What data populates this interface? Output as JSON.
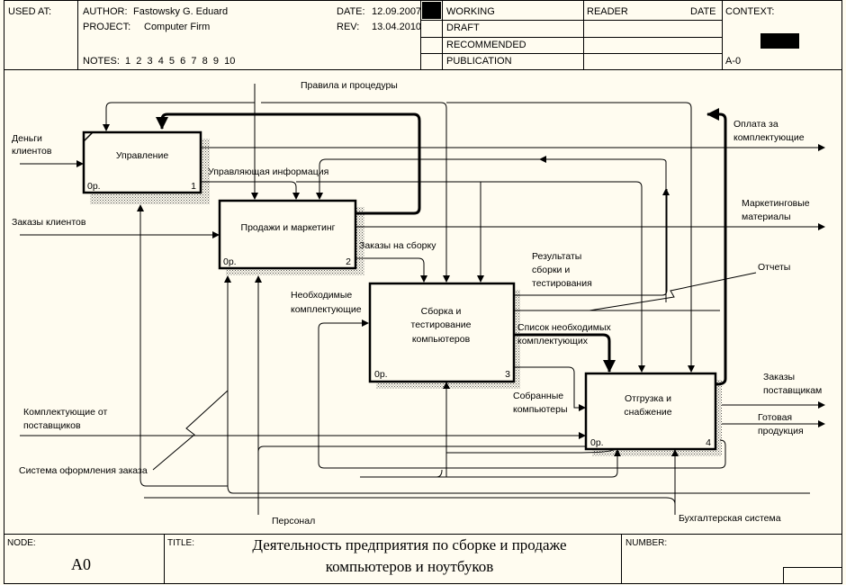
{
  "header": {
    "used_at_label": "USED AT:",
    "author_label": "AUTHOR:",
    "author": "Fastowsky G. Eduard",
    "project_label": "PROJECT:",
    "project": "Computer Firm",
    "notes_label": "NOTES:",
    "notes": "1  2  3  4  5  6  7  8  9  10",
    "date_label": "DATE:",
    "date": "12.09.2007",
    "rev_label": "REV:",
    "rev": "13.04.2010",
    "status": [
      "WORKING",
      "DRAFT",
      "RECOMMENDED",
      "PUBLICATION"
    ],
    "status_selected": "WORKING",
    "reader_label": "READER",
    "reader_date_label": "DATE",
    "context_label": "CONTEXT:",
    "context_node": "A-0"
  },
  "footer": {
    "node_label": "NODE:",
    "node": "A0",
    "title_label": "TITLE:",
    "title_line1": "Деятельность предприятия  по сборке и продаже",
    "title_line2": "компьютеров и ноутбуков",
    "number_label": "NUMBER:"
  },
  "diagram": {
    "boxes": [
      {
        "id": 1,
        "name": "Управление",
        "cost": "0р.",
        "num": "1"
      },
      {
        "id": 2,
        "name": "Продажи и маркетинг",
        "cost": "0р.",
        "num": "2"
      },
      {
        "id": 3,
        "name_lines": [
          "Сборка и",
          "тестирование",
          "компьютеров"
        ],
        "cost": "0р.",
        "num": "3"
      },
      {
        "id": 4,
        "name_lines": [
          "Отгрузка и",
          "снабжение"
        ],
        "cost": "0р.",
        "num": "4"
      }
    ],
    "arrow_labels": {
      "money": [
        "Деньги",
        "клиентов"
      ],
      "orders": "Заказы клиентов",
      "rules": "Правила и процедуры",
      "control_info": "Управляющая информация",
      "assembly_orders": "Заказы на сборку",
      "needed_parts": [
        "Необходимые",
        "комплектующие"
      ],
      "results": [
        "Результаты",
        "сборки и",
        "тестирования"
      ],
      "reports": "Отчеты",
      "parts_list": [
        "Список необходимых",
        "комплектующих"
      ],
      "assembled": [
        "Собранные",
        "компьютеры"
      ],
      "supplier_parts": [
        "Комплектующие от",
        "поставщиков"
      ],
      "order_system": "Система оформления заказа",
      "personnel": "Персонал",
      "accounting": "Бухгалтерская система",
      "payment": [
        "Оплата за",
        "комплектующие"
      ],
      "marketing": [
        "Маркетинговые",
        "материалы"
      ],
      "supplier_orders": [
        "Заказы",
        "поставщикам"
      ],
      "product": [
        "Готовая",
        "продукция"
      ]
    }
  }
}
